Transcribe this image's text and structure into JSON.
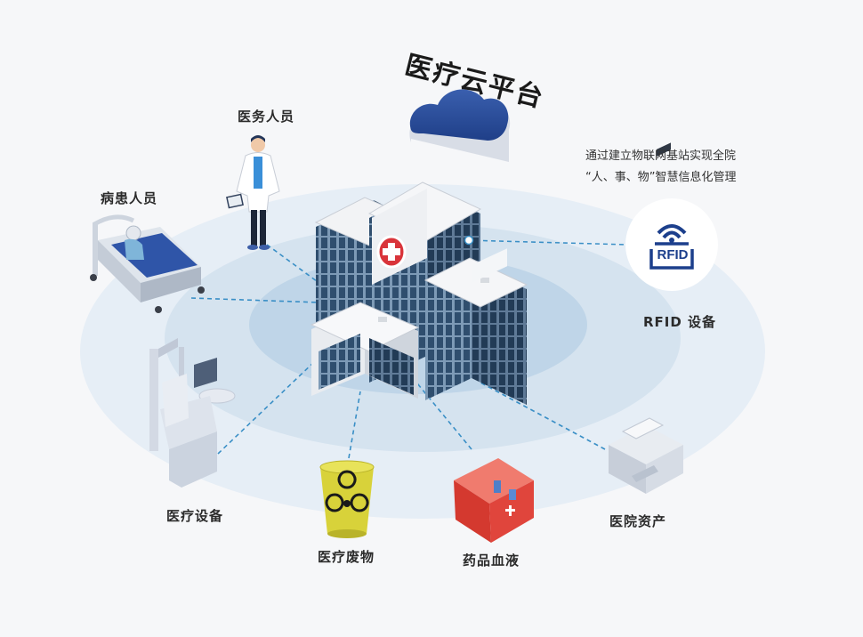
{
  "title": "医疗云平台",
  "description": {
    "line1": "通过建立物联网基站实现全院",
    "line2": "“人、事、物”智慧信息化管理"
  },
  "nodes": {
    "medical_staff": "医务人员",
    "patients": "病患人员",
    "rfid": "RFID 设备",
    "medical_equipment": "医疗设备",
    "medical_waste": "医疗废物",
    "medicine_blood": "药品血液",
    "hospital_assets": "医院资产"
  },
  "rfid_badge_text": "RFID",
  "colors": {
    "accent_blue": "#1c3f8c",
    "cross_red": "#d9343a",
    "waste_yellow": "#d8d23a",
    "kit_red": "#e0453c",
    "dash_blue": "#3a8fc6"
  },
  "icons": [
    "hospital-building-icon",
    "cloud-icon",
    "rfid-icon",
    "doctor-icon",
    "patient-bed-icon",
    "dental-chair-icon",
    "biohazard-bin-icon",
    "first-aid-kit-icon",
    "cash-counter-icon"
  ]
}
